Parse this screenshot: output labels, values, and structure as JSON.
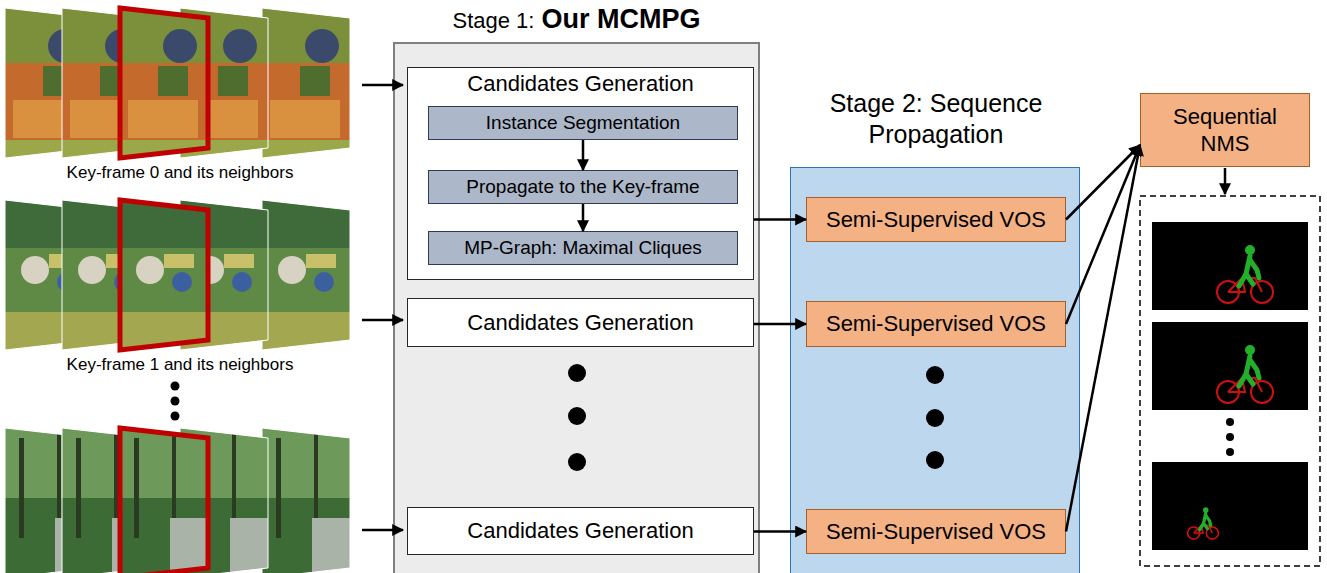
{
  "diagram": {
    "nodes": [
      {
        "text": [
          "Stage 1:",
          "Our MCMPG"
        ]
      },
      {
        "text": [
          "Candidates Generation"
        ],
        "in": 0
      },
      {
        "text": [
          "Instance Segmentation"
        ],
        "in": 1
      },
      {
        "text": [
          "Propagate to the Key-frame"
        ],
        "in": 1
      },
      {
        "text": [
          "MP-Graph: Maximal Cliques"
        ],
        "in": 1
      },
      {
        "text": [
          "Candidates Generation"
        ],
        "in": 0
      },
      {
        "text": [
          "Candidates Generation"
        ],
        "in": 0
      },
      {
        "text": [
          "Stage 2:",
          "Sequence Propagation"
        ]
      },
      {
        "text": [
          "Semi-Supervised VOS"
        ],
        "in": 7
      },
      {
        "text": [
          "Semi-Supervised VOS"
        ],
        "in": 7
      },
      {
        "text": [
          "Semi-Supervised VOS"
        ],
        "in": 7
      },
      {
        "text": [
          "Sequential NMS"
        ]
      }
    ],
    "edges": [
      {
        "from": 2,
        "to": 3,
        "arrow": "to"
      },
      {
        "from": 3,
        "to": 4,
        "arrow": "to"
      },
      {
        "from": 1,
        "to": 8,
        "arrow": "to"
      },
      {
        "from": 5,
        "to": 9,
        "arrow": "to"
      },
      {
        "from": 6,
        "to": 10,
        "arrow": "to"
      },
      {
        "from": 8,
        "to": 11,
        "arrow": "to"
      },
      {
        "from": 9,
        "to": 11,
        "arrow": "to"
      },
      {
        "from": 10,
        "to": 11,
        "arrow": "to"
      }
    ],
    "labels": [
      "Key-frame 0 and its neighbors",
      "Key-frame 1 and its neighbors"
    ]
  }
}
